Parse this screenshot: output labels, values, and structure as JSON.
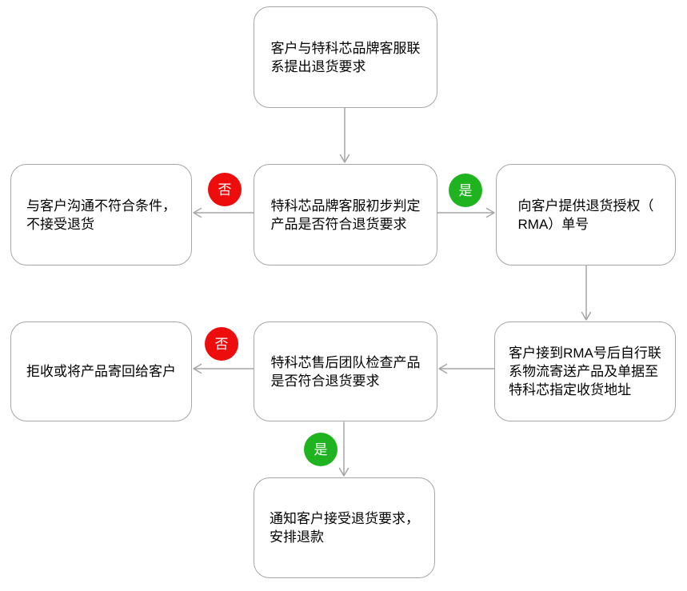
{
  "diagram": {
    "type": "flowchart",
    "colors": {
      "background": "#FFFFFF",
      "node_border": "#A6A6A6",
      "node_text": "#000000",
      "connector": "#A6A6A6",
      "no_badge": "#EE0D0D",
      "yes_badge": "#1FB41F",
      "badge_text": "#FFFFFF"
    },
    "nodes": [
      {
        "id": "start",
        "text": "客户与特科芯品牌客服联\n系提出退货要求"
      },
      {
        "id": "judge",
        "text": "特科芯品牌客服初步判定\n产品是否符合退货要求"
      },
      {
        "id": "reject_communicate",
        "text": "与客户沟通不符合条件，\n不接受退货"
      },
      {
        "id": "provide_rma",
        "text": "向客户提供退货授权（\nRMA）单号"
      },
      {
        "id": "ship",
        "text": "客户接到RMA号后自行联\n系物流寄送产品及单据至\n特科芯指定收货地址"
      },
      {
        "id": "inspect",
        "text": "特科芯售后团队检查产品\n是否符合退货要求"
      },
      {
        "id": "reject_return",
        "text": "拒收或将产品寄回给客户"
      },
      {
        "id": "refund",
        "text": "通知客户接受退货要求，\n安排退款"
      }
    ],
    "edges": [
      {
        "from": "start",
        "to": "judge",
        "label": ""
      },
      {
        "from": "judge",
        "to": "reject_communicate",
        "label": "否"
      },
      {
        "from": "judge",
        "to": "provide_rma",
        "label": "是"
      },
      {
        "from": "provide_rma",
        "to": "ship",
        "label": ""
      },
      {
        "from": "ship",
        "to": "inspect",
        "label": ""
      },
      {
        "from": "inspect",
        "to": "reject_return",
        "label": "否"
      },
      {
        "from": "inspect",
        "to": "refund",
        "label": "是"
      }
    ]
  }
}
